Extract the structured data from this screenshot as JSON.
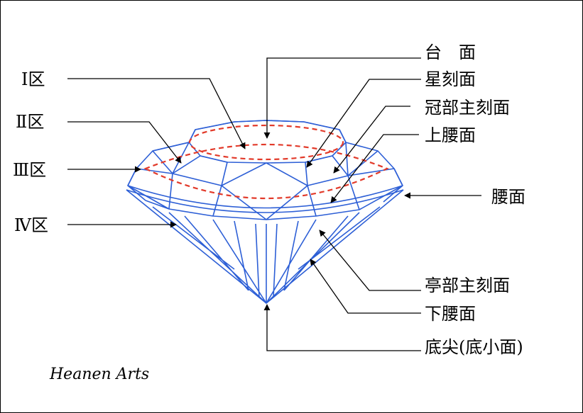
{
  "diagram": {
    "labels_right": {
      "table": "台　面",
      "star": "星刻面",
      "crown_main": "冠部主刻面",
      "upper_girdle": "上腰面",
      "girdle": "腰面",
      "pavilion_main": "亭部主刻面",
      "lower_girdle": "下腰面",
      "culet": "底尖(底小面)"
    },
    "labels_left": {
      "zone1": "Ⅰ区",
      "zone2": "Ⅱ区",
      "zone3": "Ⅲ区",
      "zone4": "Ⅳ区"
    },
    "brand": "Heanen Arts",
    "colors": {
      "gem_line": "#2d5fd6",
      "zone_dash": "#e23a2a",
      "leader": "#000000",
      "background": "#ffffff"
    }
  }
}
